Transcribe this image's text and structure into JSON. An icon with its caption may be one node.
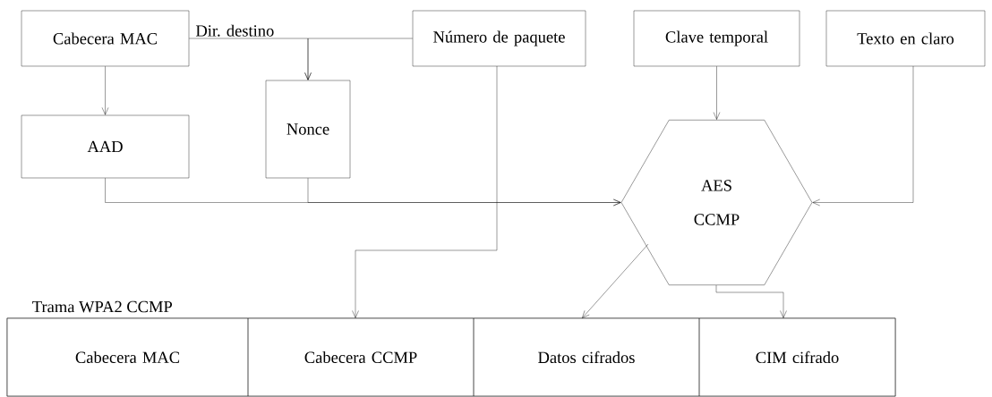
{
  "diagram": {
    "nodes": [
      {
        "text": [
          "Cabecera MAC"
        ]
      },
      {
        "text": [
          "AAD"
        ]
      },
      {
        "text": [
          "Nonce"
        ]
      },
      {
        "text": [
          "Número de paquete"
        ]
      },
      {
        "text": [
          "Clave temporal"
        ]
      },
      {
        "text": [
          "Texto en claro"
        ]
      },
      {
        "text": [
          "AES",
          "CCMP"
        ]
      },
      {
        "text": [
          "Trama WPA2 CCMP"
        ]
      },
      {
        "text": [
          "Cabecera MAC"
        ],
        "in": 7
      },
      {
        "text": [
          "Cabecera CCMP"
        ],
        "in": 7
      },
      {
        "text": [
          "Datos cifrados"
        ],
        "in": 7
      },
      {
        "text": [
          "CIM cifrado"
        ],
        "in": 7
      }
    ],
    "edges": [
      {
        "from": 0,
        "to": 1,
        "arrow": "to"
      },
      {
        "from": 0,
        "to": 2,
        "arrow": "to",
        "label": "Dir. destino"
      },
      {
        "from": 3,
        "to": 2,
        "arrow": "to"
      },
      {
        "from": 1,
        "to": 6,
        "arrow": "to"
      },
      {
        "from": 2,
        "to": 6,
        "arrow": "to"
      },
      {
        "from": 3,
        "to": 9,
        "arrow": "to"
      },
      {
        "from": 4,
        "to": 6,
        "arrow": "to"
      },
      {
        "from": 5,
        "to": 6,
        "arrow": "to"
      },
      {
        "from": 6,
        "to": 10,
        "arrow": "to"
      },
      {
        "from": 6,
        "to": 11,
        "arrow": "to"
      }
    ]
  }
}
